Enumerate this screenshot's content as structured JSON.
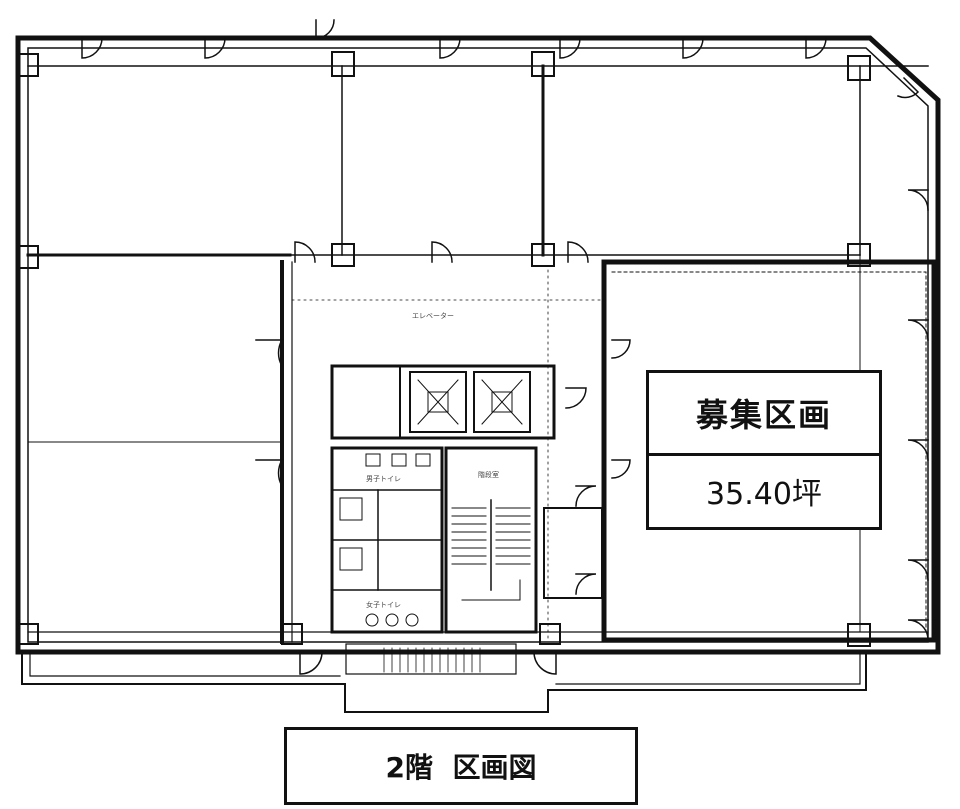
{
  "vacancy_label": {
    "title": "募集区画",
    "area": "35.40坪"
  },
  "floor_caption": "2階  区画図",
  "room_labels": {
    "elevator_hall": "エレベーター",
    "stairs": "階段室",
    "restroom_upper": "男子トイレ",
    "restroom_lower": "女子トイレ"
  },
  "colors": {
    "line": "#111111",
    "background": "#ffffff"
  }
}
